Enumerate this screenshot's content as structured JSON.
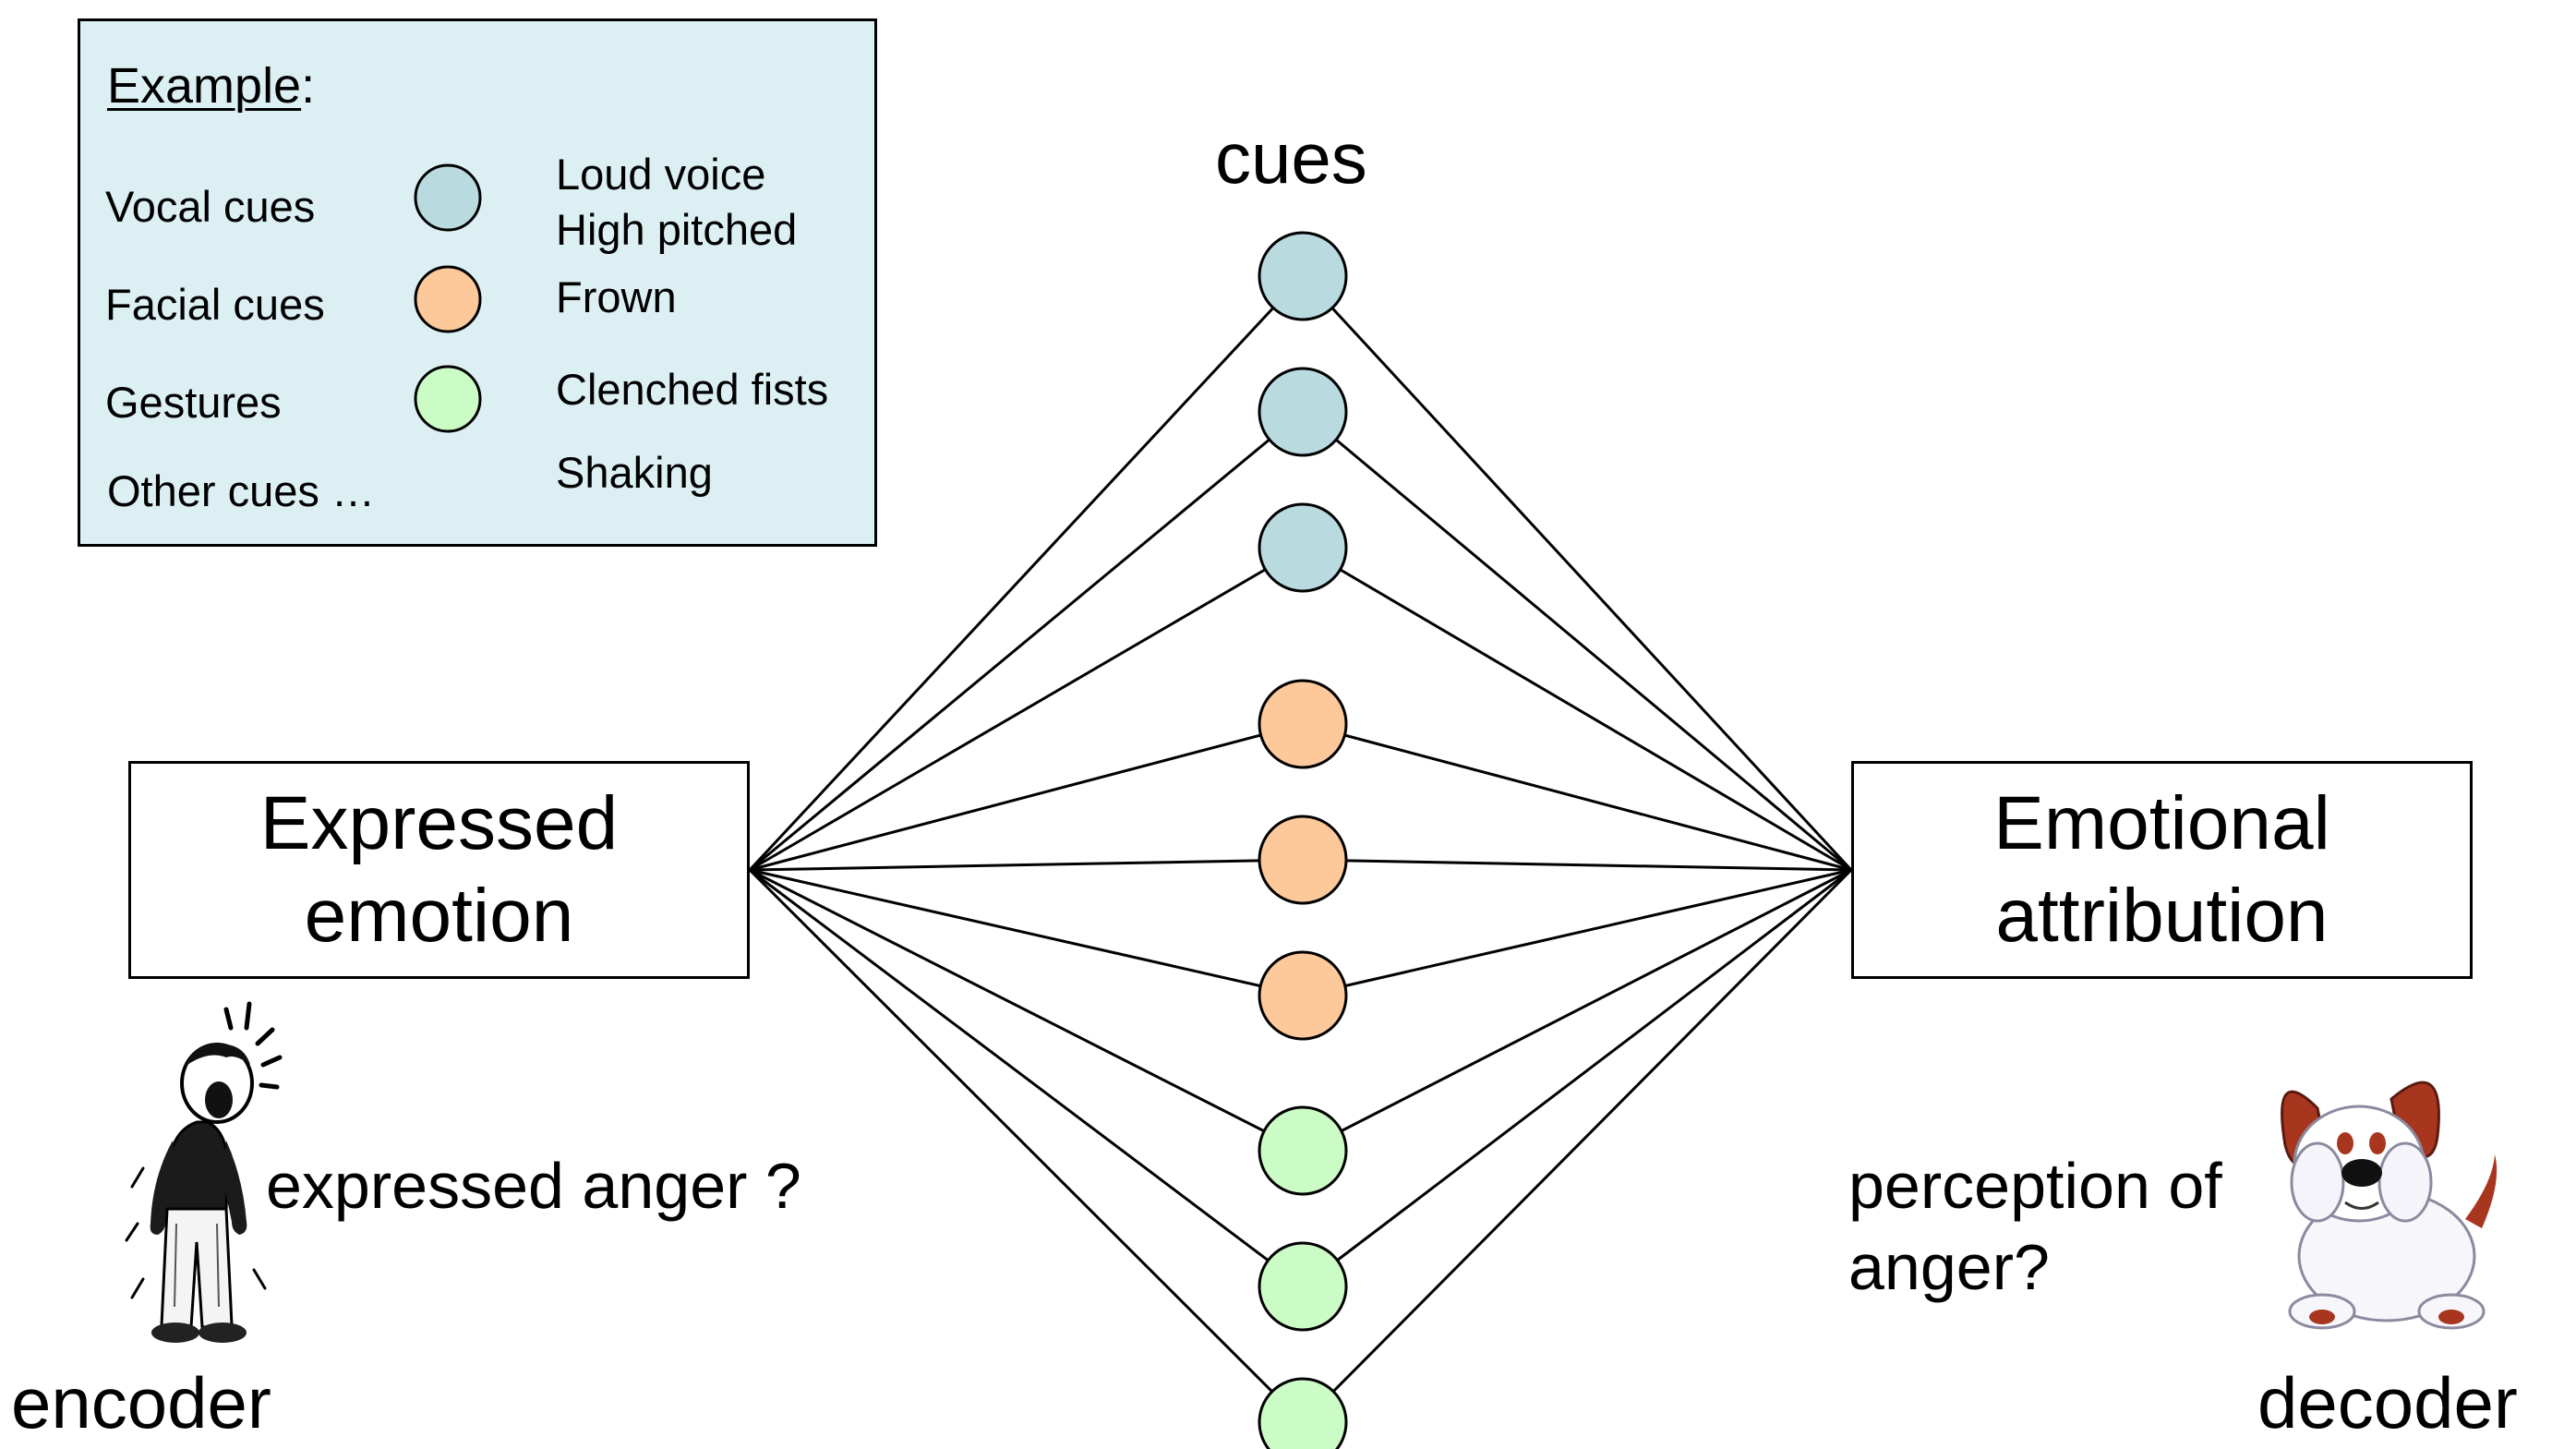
{
  "legend": {
    "title": "Example",
    "title_suffix": ":",
    "rows": [
      {
        "cue": "Vocal cues",
        "color": "#b9dbe0",
        "examples": [
          "Loud voice",
          "High pitched"
        ]
      },
      {
        "cue": "Facial cues",
        "color": "#fdc99a",
        "examples": [
          "Frown"
        ]
      },
      {
        "cue": "Gestures",
        "color": "#ccfcc6",
        "examples": [
          "Clenched fists"
        ]
      },
      {
        "cue": "Other cues …",
        "color": null,
        "examples": [
          "Shaking"
        ]
      }
    ]
  },
  "cues_label": "cues",
  "left_node": {
    "line1": "Expressed",
    "line2": "emotion"
  },
  "right_node": {
    "line1": "Emotional",
    "line2": "attribution"
  },
  "left_question": "expressed anger ?",
  "right_question": {
    "line1": "perception of",
    "line2": "anger?"
  },
  "encoder_label": "encoder",
  "decoder_label": "decoder",
  "cue_nodes": [
    {
      "type": "vocal",
      "color": "#b9dbe0"
    },
    {
      "type": "vocal",
      "color": "#b9dbe0"
    },
    {
      "type": "vocal",
      "color": "#b9dbe0"
    },
    {
      "type": "facial",
      "color": "#fdc99a"
    },
    {
      "type": "facial",
      "color": "#fdc99a"
    },
    {
      "type": "facial",
      "color": "#fdc99a"
    },
    {
      "type": "gesture",
      "color": "#ccfcc6"
    },
    {
      "type": "gesture",
      "color": "#ccfcc6"
    },
    {
      "type": "gesture",
      "color": "#ccfcc6"
    }
  ],
  "images": {
    "encoder": "shouting-person-cartoon",
    "decoder": "frightened-dog-cartoon"
  }
}
